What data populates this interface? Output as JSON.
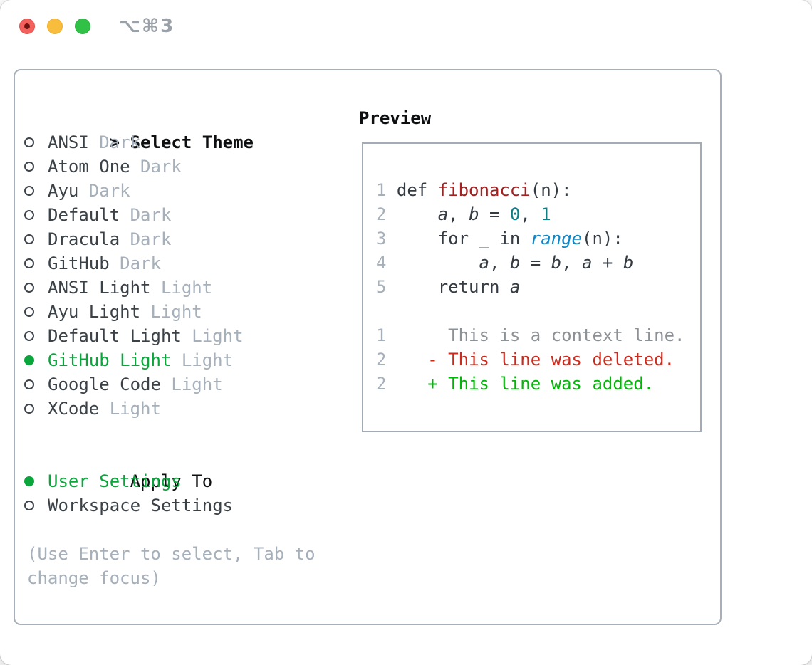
{
  "window": {
    "title": "⌥⌘3"
  },
  "colors": {
    "selected_green": "#0aa63c",
    "added_green": "#02b607",
    "deleted_red": "#cb2a1c",
    "function_red": "#a81f1f",
    "number_teal": "#0d7e86",
    "builtin_blue": "#0f86c5",
    "secondary_gray": "#a6b0bb",
    "text_dark": "#3a4147",
    "panel_border": "#a7b0b9",
    "traffic_close": "#f4605c",
    "traffic_minimize": "#f9bd3d",
    "traffic_zoom": "#31c146"
  },
  "theme_panel": {
    "header": {
      "prefix": ">",
      "label": "Select Theme"
    },
    "themes": [
      {
        "name": "ANSI",
        "variant": "Dark",
        "selected": false
      },
      {
        "name": "Atom One",
        "variant": "Dark",
        "selected": false
      },
      {
        "name": "Ayu",
        "variant": "Dark",
        "selected": false
      },
      {
        "name": "Default",
        "variant": "Dark",
        "selected": false
      },
      {
        "name": "Dracula",
        "variant": "Dark",
        "selected": false
      },
      {
        "name": "GitHub",
        "variant": "Dark",
        "selected": false
      },
      {
        "name": "ANSI Light",
        "variant": "Light",
        "selected": false
      },
      {
        "name": "Ayu Light",
        "variant": "Light",
        "selected": false
      },
      {
        "name": "Default Light",
        "variant": "Light",
        "selected": false
      },
      {
        "name": "GitHub Light",
        "variant": "Light",
        "selected": true
      },
      {
        "name": "Google Code",
        "variant": "Light",
        "selected": false
      },
      {
        "name": "XCode",
        "variant": "Light",
        "selected": false
      }
    ],
    "apply_to": {
      "label": "Apply To",
      "options": [
        {
          "name": "User Settings",
          "selected": true
        },
        {
          "name": "Workspace Settings",
          "selected": false
        }
      ]
    },
    "help": "(Use Enter to select, Tab to change focus)"
  },
  "preview": {
    "title": "Preview",
    "lines": [
      {
        "num": "1",
        "tokens": [
          {
            "text": "def ",
            "style": "plain"
          },
          {
            "text": "fibonacci",
            "style": "func"
          },
          {
            "text": "(n):",
            "style": "plain"
          }
        ]
      },
      {
        "num": "2",
        "tokens": [
          {
            "text": "    ",
            "style": "plain"
          },
          {
            "text": "a",
            "style": "var"
          },
          {
            "text": ", ",
            "style": "plain"
          },
          {
            "text": "b",
            "style": "var"
          },
          {
            "text": " = ",
            "style": "plain"
          },
          {
            "text": "0",
            "style": "num"
          },
          {
            "text": ", ",
            "style": "plain"
          },
          {
            "text": "1",
            "style": "num"
          }
        ]
      },
      {
        "num": "3",
        "tokens": [
          {
            "text": "    for _ in ",
            "style": "plain"
          },
          {
            "text": "range",
            "style": "builtin"
          },
          {
            "text": "(n):",
            "style": "plain"
          }
        ]
      },
      {
        "num": "4",
        "tokens": [
          {
            "text": "        ",
            "style": "plain"
          },
          {
            "text": "a",
            "style": "var"
          },
          {
            "text": ", ",
            "style": "plain"
          },
          {
            "text": "b",
            "style": "var"
          },
          {
            "text": " = ",
            "style": "plain"
          },
          {
            "text": "b",
            "style": "var"
          },
          {
            "text": ", ",
            "style": "plain"
          },
          {
            "text": "a",
            "style": "var"
          },
          {
            "text": " + ",
            "style": "plain"
          },
          {
            "text": "b",
            "style": "var"
          }
        ]
      },
      {
        "num": "5",
        "tokens": [
          {
            "text": "    return ",
            "style": "plain"
          },
          {
            "text": "a",
            "style": "var"
          }
        ]
      },
      {
        "num": "",
        "tokens": []
      },
      {
        "num": "1",
        "tokens": [
          {
            "text": "     This is a context line.",
            "style": "context"
          }
        ]
      },
      {
        "num": "2",
        "tokens": [
          {
            "text": "   ",
            "style": "plain"
          },
          {
            "text": "- This line was deleted.",
            "style": "deleted"
          }
        ]
      },
      {
        "num": "2",
        "tokens": [
          {
            "text": "   ",
            "style": "plain"
          },
          {
            "text": "+ This line was added.",
            "style": "added"
          }
        ]
      }
    ]
  }
}
